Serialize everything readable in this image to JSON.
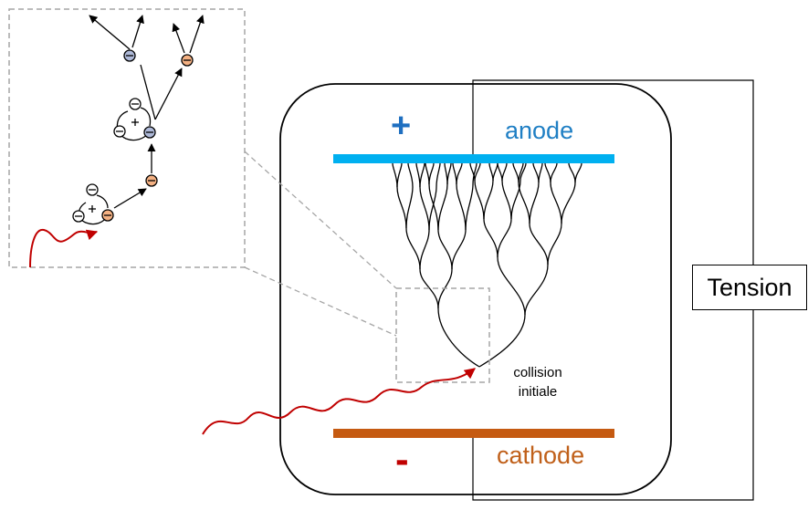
{
  "labels": {
    "anode": "anode",
    "cathode": "cathode",
    "plus": "+",
    "minus": "-",
    "tension": "Tension",
    "collision_line1": "collision",
    "collision_line2": "initiale"
  },
  "colors": {
    "anode_plate": "#00b0f0",
    "cathode_plate": "#c55a11",
    "anode_text": "#1f7fc4",
    "cathode_text": "#c0601a",
    "photon": "#c00000",
    "electron_blue": "#aeb9d8",
    "electron_orange": "#f4b183",
    "inset_border": "#a6a6a6"
  },
  "icons": {
    "electron": "circle-minus",
    "ion": "circle-plus",
    "photon": "wavy-arrow"
  }
}
